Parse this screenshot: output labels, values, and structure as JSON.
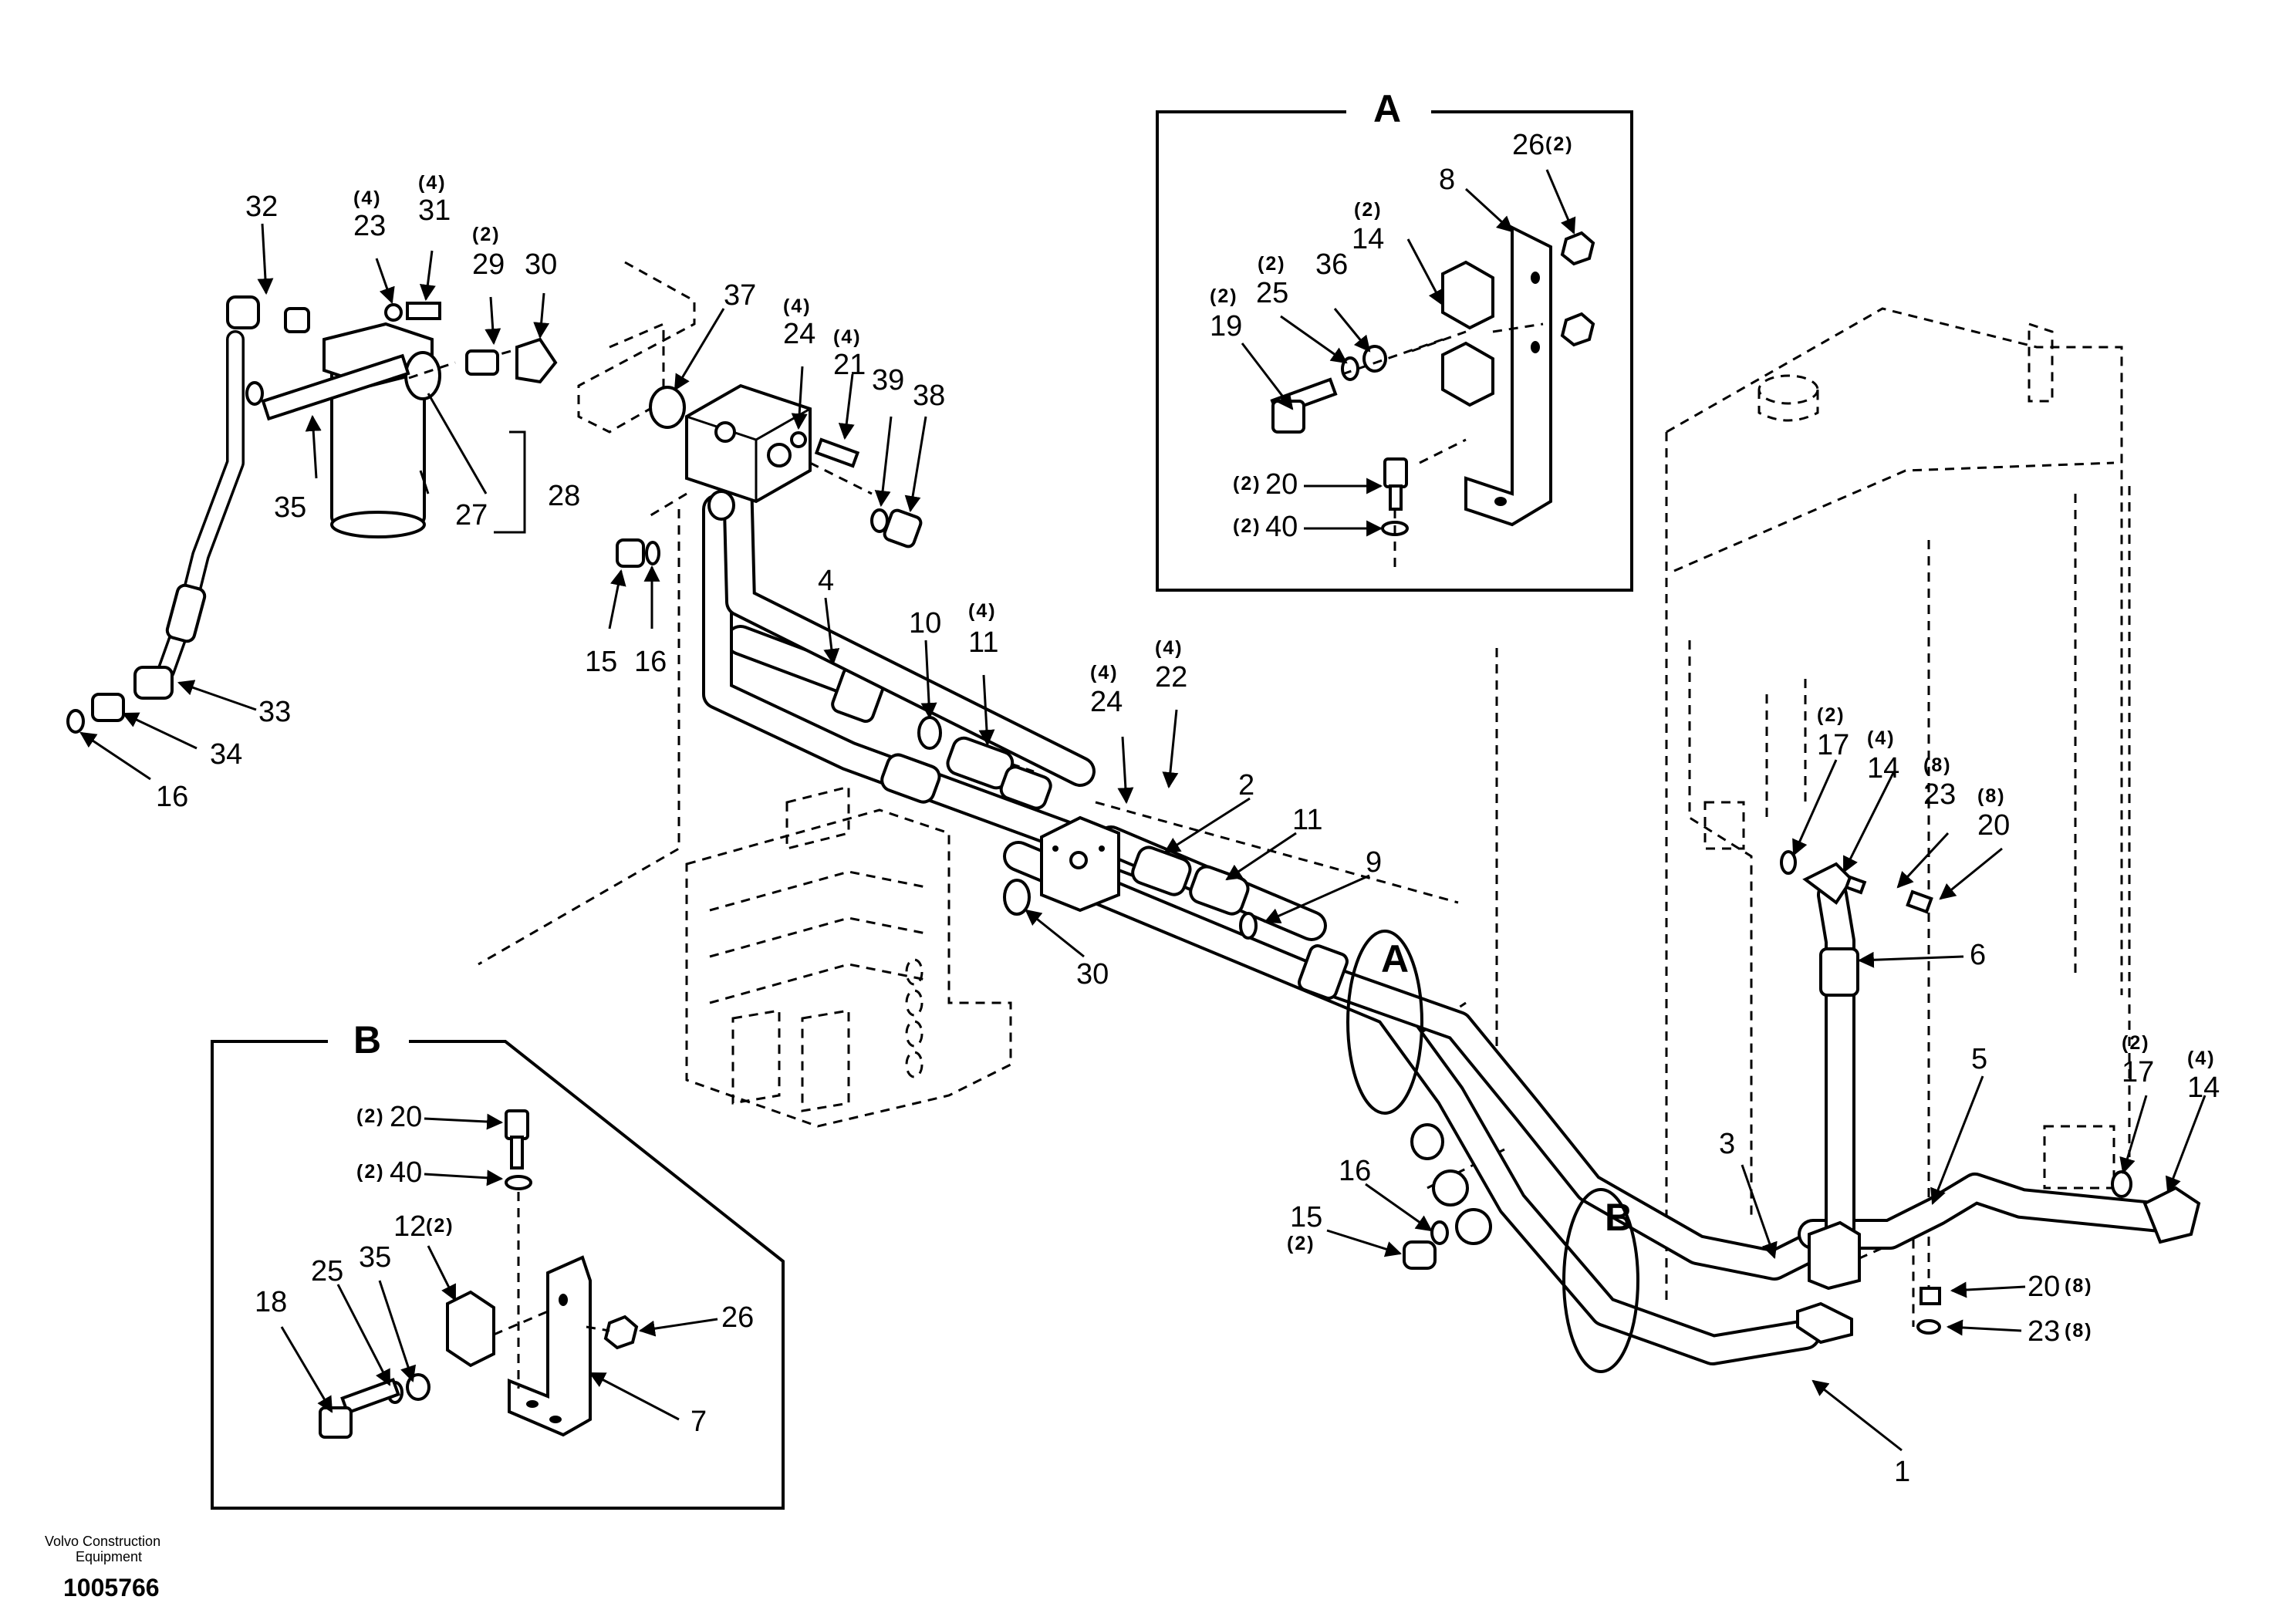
{
  "footer": {
    "brand_line1": "Volvo Construction",
    "brand_line2": "Equipment",
    "document_number": "1005766"
  },
  "detail_a": {
    "title": "A"
  },
  "detail_b": {
    "title": "B"
  },
  "section_markers": {
    "a": "A",
    "b": "B"
  },
  "labels": [
    {
      "id": "l32",
      "text": "32",
      "qty": ""
    },
    {
      "id": "l23a",
      "text": "23",
      "qty": "(4)"
    },
    {
      "id": "l31",
      "text": "31",
      "qty": "(4)"
    },
    {
      "id": "l29",
      "text": "29",
      "qty": "(2)"
    },
    {
      "id": "l30a",
      "text": "30",
      "qty": ""
    },
    {
      "id": "l37",
      "text": "37",
      "qty": ""
    },
    {
      "id": "l24a",
      "text": "24",
      "qty": "(4)"
    },
    {
      "id": "l21",
      "text": "21",
      "qty": "(4)"
    },
    {
      "id": "l39",
      "text": "39",
      "qty": ""
    },
    {
      "id": "l38",
      "text": "38",
      "qty": ""
    },
    {
      "id": "l35a",
      "text": "35",
      "qty": ""
    },
    {
      "id": "l27",
      "text": "27",
      "qty": ""
    },
    {
      "id": "l28",
      "text": "28",
      "qty": ""
    },
    {
      "id": "l15a",
      "text": "15",
      "qty": ""
    },
    {
      "id": "l16a",
      "text": "16",
      "qty": ""
    },
    {
      "id": "l33",
      "text": "33",
      "qty": ""
    },
    {
      "id": "l34",
      "text": "34",
      "qty": ""
    },
    {
      "id": "l16b",
      "text": "16",
      "qty": ""
    },
    {
      "id": "l4",
      "text": "4",
      "qty": ""
    },
    {
      "id": "l10",
      "text": "10",
      "qty": ""
    },
    {
      "id": "l11a",
      "text": "11",
      "qty": "(4)"
    },
    {
      "id": "l24b",
      "text": "24",
      "qty": "(4)"
    },
    {
      "id": "l22",
      "text": "22",
      "qty": "(4)"
    },
    {
      "id": "l2",
      "text": "2",
      "qty": ""
    },
    {
      "id": "l11b",
      "text": "11",
      "qty": ""
    },
    {
      "id": "l9",
      "text": "9",
      "qty": ""
    },
    {
      "id": "l30b",
      "text": "30",
      "qty": ""
    },
    {
      "id": "l17a",
      "text": "17",
      "qty": "(2)"
    },
    {
      "id": "l14a",
      "text": "14",
      "qty": "(4)"
    },
    {
      "id": "l23b",
      "text": "23",
      "qty": "(8)"
    },
    {
      "id": "l20a",
      "text": "20",
      "qty": "(8)"
    },
    {
      "id": "l6",
      "text": "6",
      "qty": ""
    },
    {
      "id": "l5",
      "text": "5",
      "qty": ""
    },
    {
      "id": "l17b",
      "text": "17",
      "qty": "(2)"
    },
    {
      "id": "l14b",
      "text": "14",
      "qty": "(4)"
    },
    {
      "id": "l3",
      "text": "3",
      "qty": ""
    },
    {
      "id": "l16c",
      "text": "16",
      "qty": ""
    },
    {
      "id": "l15b",
      "text": "15",
      "qty": "(2)"
    },
    {
      "id": "l20b",
      "text": "20",
      "qty": "(8)"
    },
    {
      "id": "l23c",
      "text": "23",
      "qty": "(8)"
    },
    {
      "id": "l1",
      "text": "1",
      "qty": ""
    },
    {
      "id": "a26",
      "text": "26",
      "qty": "(2)"
    },
    {
      "id": "a8",
      "text": "8",
      "qty": ""
    },
    {
      "id": "a14",
      "text": "14",
      "qty": "(2)"
    },
    {
      "id": "a25",
      "text": "25",
      "qty": "(2)"
    },
    {
      "id": "a36",
      "text": "36",
      "qty": ""
    },
    {
      "id": "a19",
      "text": "19",
      "qty": "(2)"
    },
    {
      "id": "a20",
      "text": "20",
      "qty": "(2)"
    },
    {
      "id": "a40",
      "text": "40",
      "qty": "(2)"
    },
    {
      "id": "b20",
      "text": "20",
      "qty": "(2)"
    },
    {
      "id": "b40",
      "text": "40",
      "qty": "(2)"
    },
    {
      "id": "b12",
      "text": "12",
      "qty": "(2)"
    },
    {
      "id": "b18",
      "text": "18",
      "qty": ""
    },
    {
      "id": "b25",
      "text": "25",
      "qty": ""
    },
    {
      "id": "b35",
      "text": "35",
      "qty": ""
    },
    {
      "id": "b26",
      "text": "26",
      "qty": ""
    },
    {
      "id": "b7",
      "text": "7",
      "qty": ""
    }
  ]
}
